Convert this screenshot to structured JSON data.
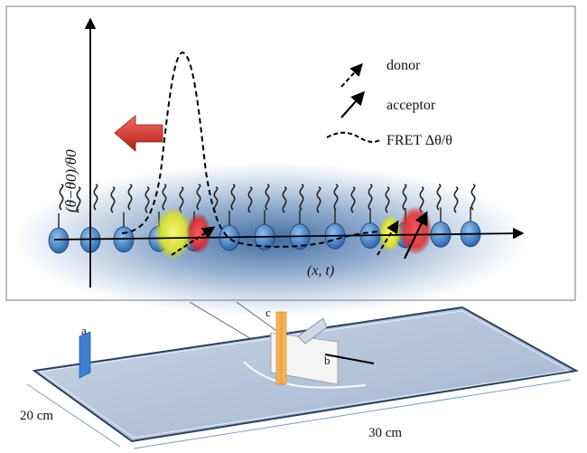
{
  "labels": {
    "y_axis": "(θ−θ0)/θ0",
    "x_axis": "(x, t)",
    "trough_label": "a",
    "piece_b": "b",
    "piece_c": "c",
    "width_dim": "20 cm",
    "length_dim": "30 cm"
  },
  "legend": [
    {
      "kind": "donor-arrow",
      "label": "donor"
    },
    {
      "kind": "acceptor-arrow",
      "label": "acceptor"
    },
    {
      "kind": "fret-curve",
      "label": "FRET Δθ/θ"
    }
  ],
  "colors": {
    "frame": "#7a7a7a",
    "lipid_head": "#3f7fc6",
    "membrane_glow": "#1f4e8c",
    "donor_blob": "#e9ef2a",
    "acceptor_blob": "#e53333",
    "direction_arrow": "#cc2a22",
    "trough_plate": "#b9c8dd",
    "barrier_a": "#3d7ed6",
    "barrier_c": "#f0a23a"
  },
  "icons": {
    "direction": "left-arrow-icon",
    "donor": "dashed-arrow-icon",
    "acceptor": "solid-arrow-icon"
  }
}
